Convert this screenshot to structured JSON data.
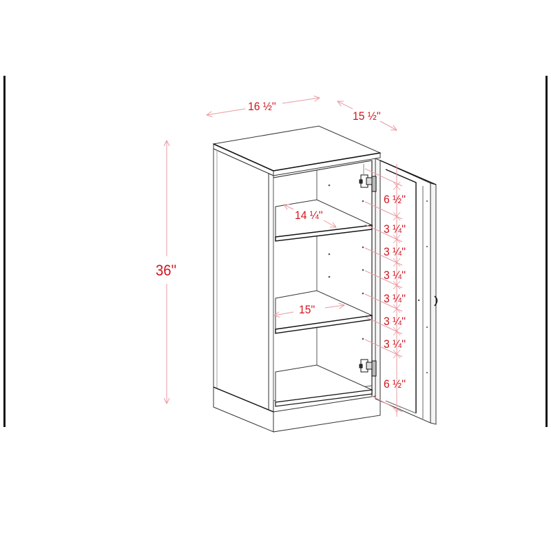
{
  "diagram": {
    "subject": "Storage cabinet with open door and adjustable shelves",
    "colors": {
      "outline": "#333333",
      "dimension_text": "#d0141e",
      "dimension_line": "#e89aa0",
      "frame": "#111111",
      "background": "#ffffff"
    },
    "dimensions": {
      "width": "16 ½''",
      "depth": "15 ½''",
      "height": "36''",
      "shelf_depth": "14 ¼''",
      "interior_width": "15''"
    },
    "door_spacing": [
      {
        "label": "6 ½''"
      },
      {
        "label": "3 ¼''"
      },
      {
        "label": "3 ¼''"
      },
      {
        "label": "3 ¼''"
      },
      {
        "label": "3 ¼''"
      },
      {
        "label": "3 ¼''"
      },
      {
        "label": "3 ¼''"
      },
      {
        "label": "6 ½''"
      }
    ],
    "components": [
      "top-panel",
      "side-panel",
      "shelf-upper",
      "shelf-lower",
      "bottom-panel",
      "base-plinth",
      "door",
      "hinge-upper",
      "hinge-lower",
      "door-knob"
    ]
  }
}
